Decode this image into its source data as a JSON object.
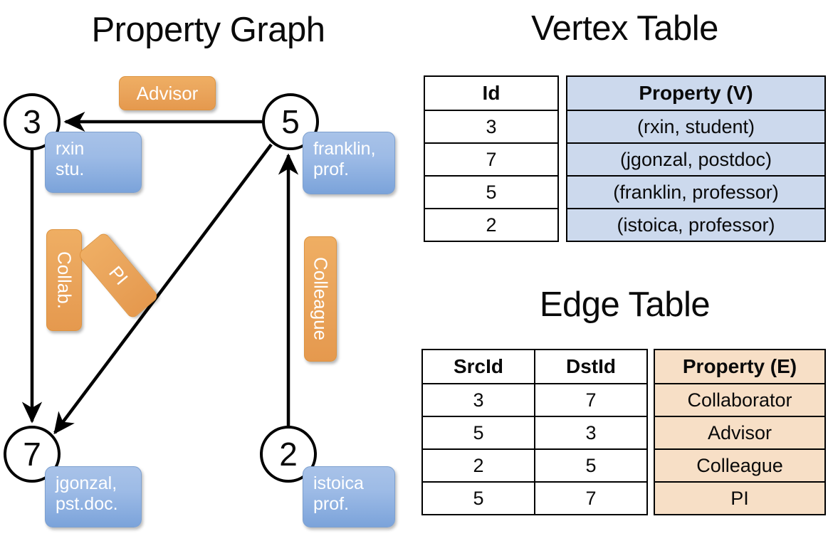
{
  "panels": {
    "property_graph_title": "Property Graph",
    "vertex_table_title": "Vertex Table",
    "edge_table_title": "Edge Table"
  },
  "colors": {
    "vertex_property_fill": "#ccd9ed",
    "edge_property_fill": "#f7dfc6",
    "node_property_bubble": "#9dbbe6",
    "edge_label_bubble": "#eaa55c",
    "stroke": "#000000",
    "background": "#ffffff"
  },
  "graph": {
    "nodes": [
      {
        "id": "3",
        "label": "3",
        "property_line1": "rxin",
        "property_line2": "stu."
      },
      {
        "id": "5",
        "label": "5",
        "property_line1": "franklin,",
        "property_line2": "prof."
      },
      {
        "id": "7",
        "label": "7",
        "property_line1": "jgonzal,",
        "property_line2": "pst.doc."
      },
      {
        "id": "2",
        "label": "2",
        "property_line1": "istoica",
        "property_line2": "prof."
      }
    ],
    "edges": [
      {
        "from": "5",
        "to": "3",
        "label": "Advisor"
      },
      {
        "from": "3",
        "to": "7",
        "label": "Collab."
      },
      {
        "from": "5",
        "to": "7",
        "label": "PI"
      },
      {
        "from": "2",
        "to": "5",
        "label": "Colleague"
      }
    ]
  },
  "vertex_table": {
    "headers": [
      "Id",
      "Property (V)"
    ],
    "rows": [
      {
        "id": "3",
        "property": "(rxin, student)"
      },
      {
        "id": "7",
        "property": "(jgonzal, postdoc)"
      },
      {
        "id": "5",
        "property": "(franklin, professor)"
      },
      {
        "id": "2",
        "property": "(istoica, professor)"
      }
    ]
  },
  "edge_table": {
    "headers": [
      "SrcId",
      "DstId",
      "Property (E)"
    ],
    "rows": [
      {
        "src": "3",
        "dst": "7",
        "property": "Collaborator"
      },
      {
        "src": "5",
        "dst": "3",
        "property": "Advisor"
      },
      {
        "src": "2",
        "dst": "5",
        "property": "Colleague"
      },
      {
        "src": "5",
        "dst": "7",
        "property": "PI"
      }
    ]
  }
}
